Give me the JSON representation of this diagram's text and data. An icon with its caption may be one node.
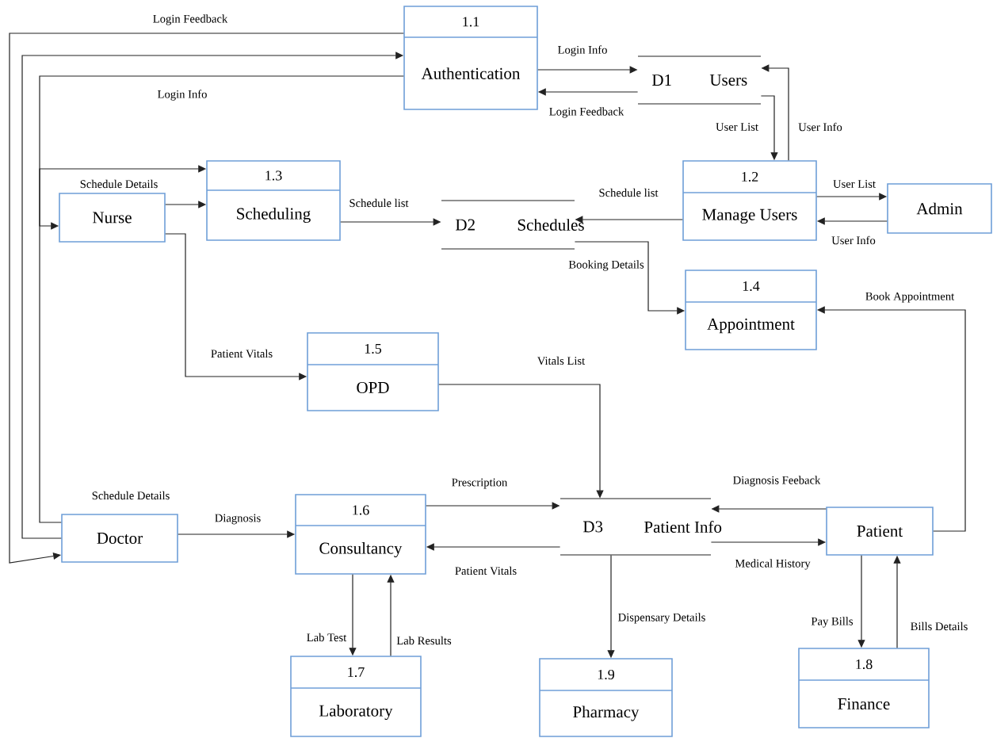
{
  "diagram": {
    "nodes": [
      {
        "text": [
          "1.1",
          "Authentication"
        ]
      },
      {
        "text": [
          "D1",
          "Users"
        ]
      },
      {
        "text": [
          "1.3",
          "Scheduling"
        ]
      },
      {
        "text": [
          "1.2",
          "Manage Users"
        ]
      },
      {
        "text": [
          "Nurse"
        ]
      },
      {
        "text": [
          "D2",
          "Schedules"
        ]
      },
      {
        "text": [
          "Admin"
        ]
      },
      {
        "text": [
          "1.4",
          "Appointment"
        ]
      },
      {
        "text": [
          "1.5",
          "OPD"
        ]
      },
      {
        "text": [
          "1.6",
          "Consultancy"
        ]
      },
      {
        "text": [
          "D3",
          "Patient Info"
        ]
      },
      {
        "text": [
          "Doctor"
        ]
      },
      {
        "text": [
          "Patient"
        ]
      },
      {
        "text": [
          "1.7",
          "Laboratory"
        ]
      },
      {
        "text": [
          "1.9",
          "Pharmacy"
        ]
      },
      {
        "text": [
          "1.8",
          "Finance"
        ]
      }
    ],
    "edges": [
      {
        "from": 0,
        "to": 1,
        "arrow": "to",
        "label": "Login Info"
      },
      {
        "from": 1,
        "to": 0,
        "arrow": "to",
        "label": "Login Feedback"
      },
      {
        "from": 1,
        "to": 3,
        "arrow": "to",
        "label": "User List"
      },
      {
        "from": 3,
        "to": 1,
        "arrow": "to",
        "label": "User Info"
      },
      {
        "from": 3,
        "to": 6,
        "arrow": "to",
        "label": "User List"
      },
      {
        "from": 6,
        "to": 3,
        "arrow": "to",
        "label": "User Info"
      },
      {
        "from": 3,
        "to": 5,
        "arrow": "to",
        "label": "Schedule list"
      },
      {
        "from": 2,
        "to": 5,
        "arrow": "to",
        "label": "Schedule list"
      },
      {
        "from": 5,
        "to": 7,
        "arrow": "to",
        "label": "Booking Details"
      },
      {
        "from": 12,
        "to": 7,
        "arrow": "to",
        "label": "Book  Appointment"
      },
      {
        "from": 4,
        "to": 8,
        "arrow": "to",
        "label": "Patient Vitals"
      },
      {
        "from": 8,
        "to": 10,
        "arrow": "to",
        "label": "Vitals List"
      },
      {
        "from": 11,
        "to": 9,
        "arrow": "to",
        "label": "Diagnosis"
      },
      {
        "from": 9,
        "to": 10,
        "arrow": "to",
        "label": "Prescription"
      },
      {
        "from": 10,
        "to": 9,
        "arrow": "to",
        "label": "Patient  Vitals"
      },
      {
        "from": 12,
        "to": 10,
        "arrow": "to",
        "label": "Diagnosis Feeback"
      },
      {
        "from": 10,
        "to": 12,
        "arrow": "to",
        "label": "Medical History"
      },
      {
        "from": 9,
        "to": 13,
        "arrow": "to",
        "label": "Lab Test"
      },
      {
        "from": 13,
        "to": 9,
        "arrow": "to",
        "label": "Lab Results"
      },
      {
        "from": 10,
        "to": 14,
        "arrow": "to",
        "label": "Dispensary Details"
      },
      {
        "from": 12,
        "to": 15,
        "arrow": "to",
        "label": "Pay Bills"
      },
      {
        "from": 15,
        "to": 12,
        "arrow": "to",
        "label": "Bills Details"
      },
      {
        "from": 0,
        "to": 11,
        "arrow": "to",
        "label": "Login Feedback"
      },
      {
        "from": 11,
        "to": 0,
        "arrow": "to"
      },
      {
        "from": 0,
        "to": 4,
        "arrow": "to",
        "label": "Login Info"
      },
      {
        "from": 11,
        "to": 2,
        "arrow": "to",
        "label": "Schedule Details"
      },
      {
        "from": 4,
        "to": 2,
        "arrow": "to",
        "label": "Schedule Details"
      }
    ]
  }
}
